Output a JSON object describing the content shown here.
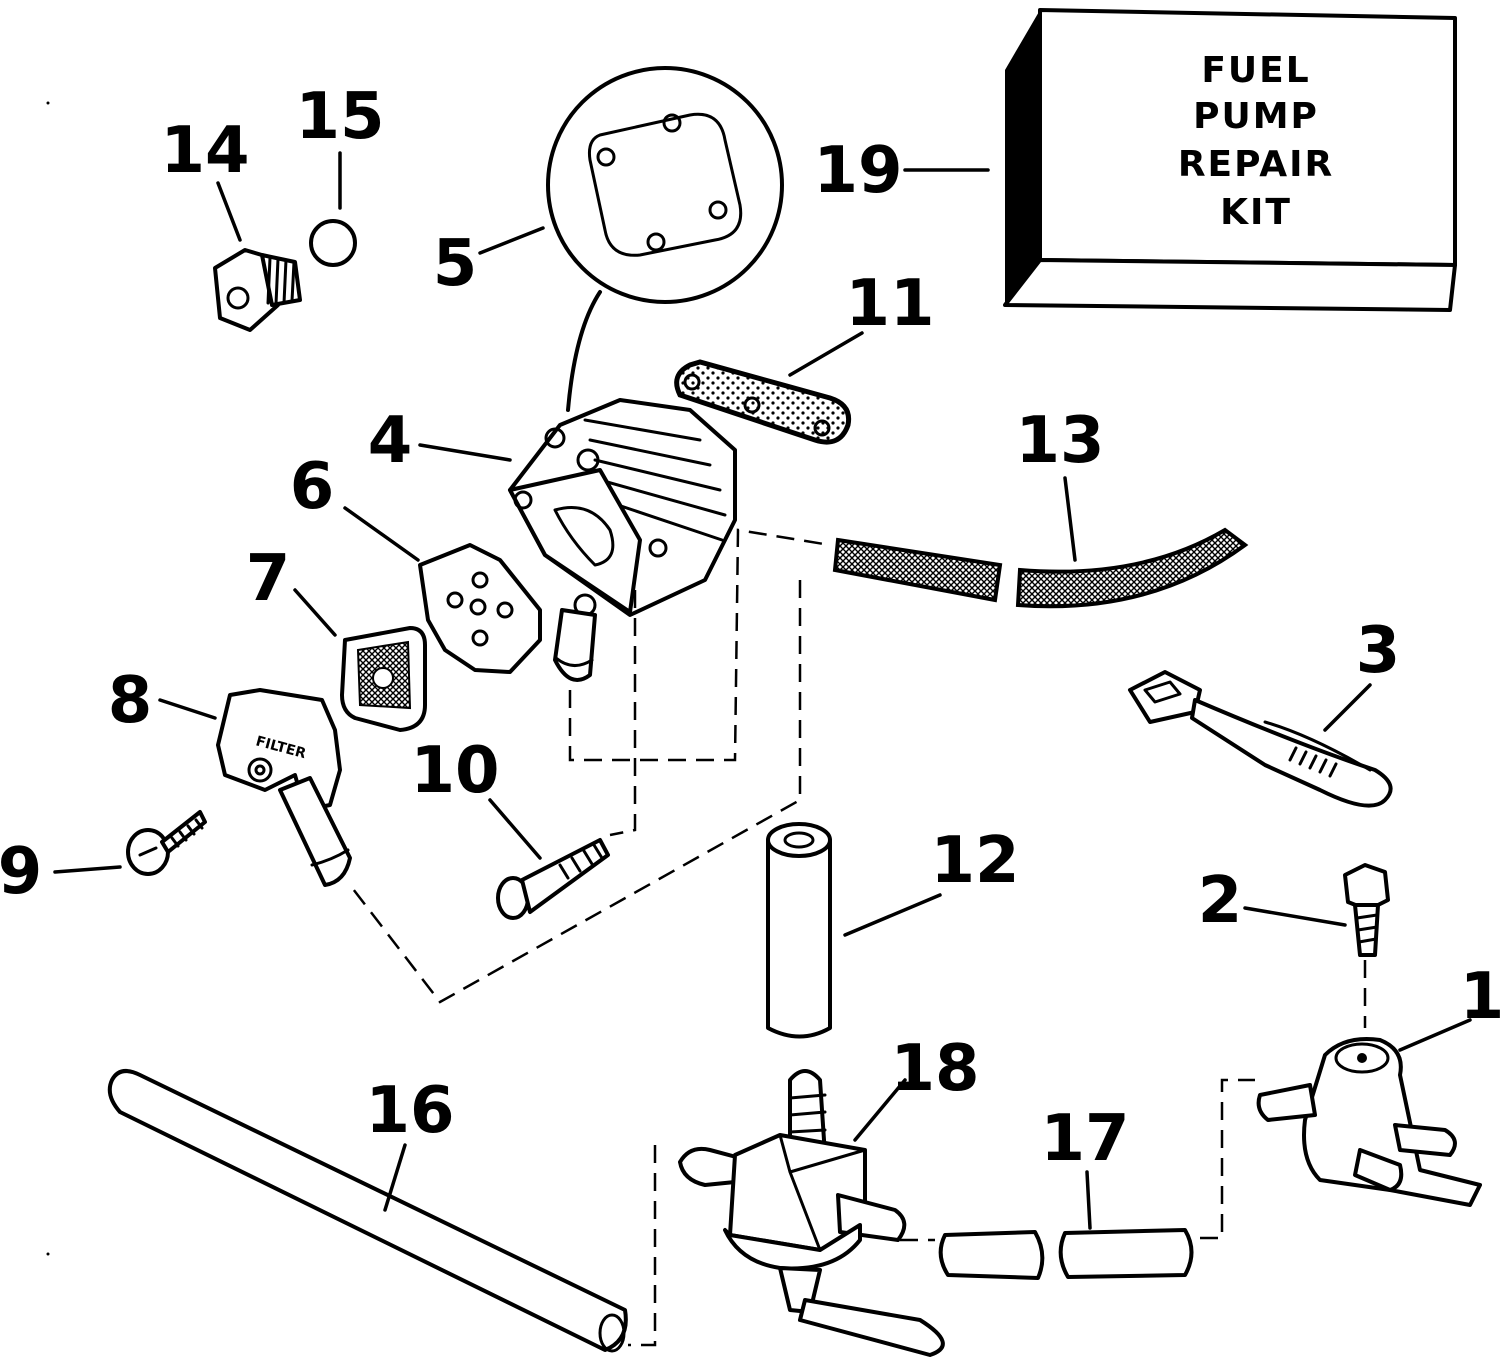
{
  "callouts": {
    "c1": "1",
    "c2": "2",
    "c3": "3",
    "c4": "4",
    "c5": "5",
    "c6": "6",
    "c7": "7",
    "c8": "8",
    "c9": "9",
    "c10": "10",
    "c11": "11",
    "c12": "12",
    "c13": "13",
    "c14": "14",
    "c15": "15",
    "c16": "16",
    "c17": "17",
    "c18": "18",
    "c19": "19"
  },
  "kit_box": {
    "line1": "FUEL",
    "line2": "PUMP",
    "line3": "REPAIR",
    "line4": "KIT"
  },
  "filter_label": "FILTER",
  "colors": {
    "ink": "#000000",
    "paper": "#ffffff"
  }
}
